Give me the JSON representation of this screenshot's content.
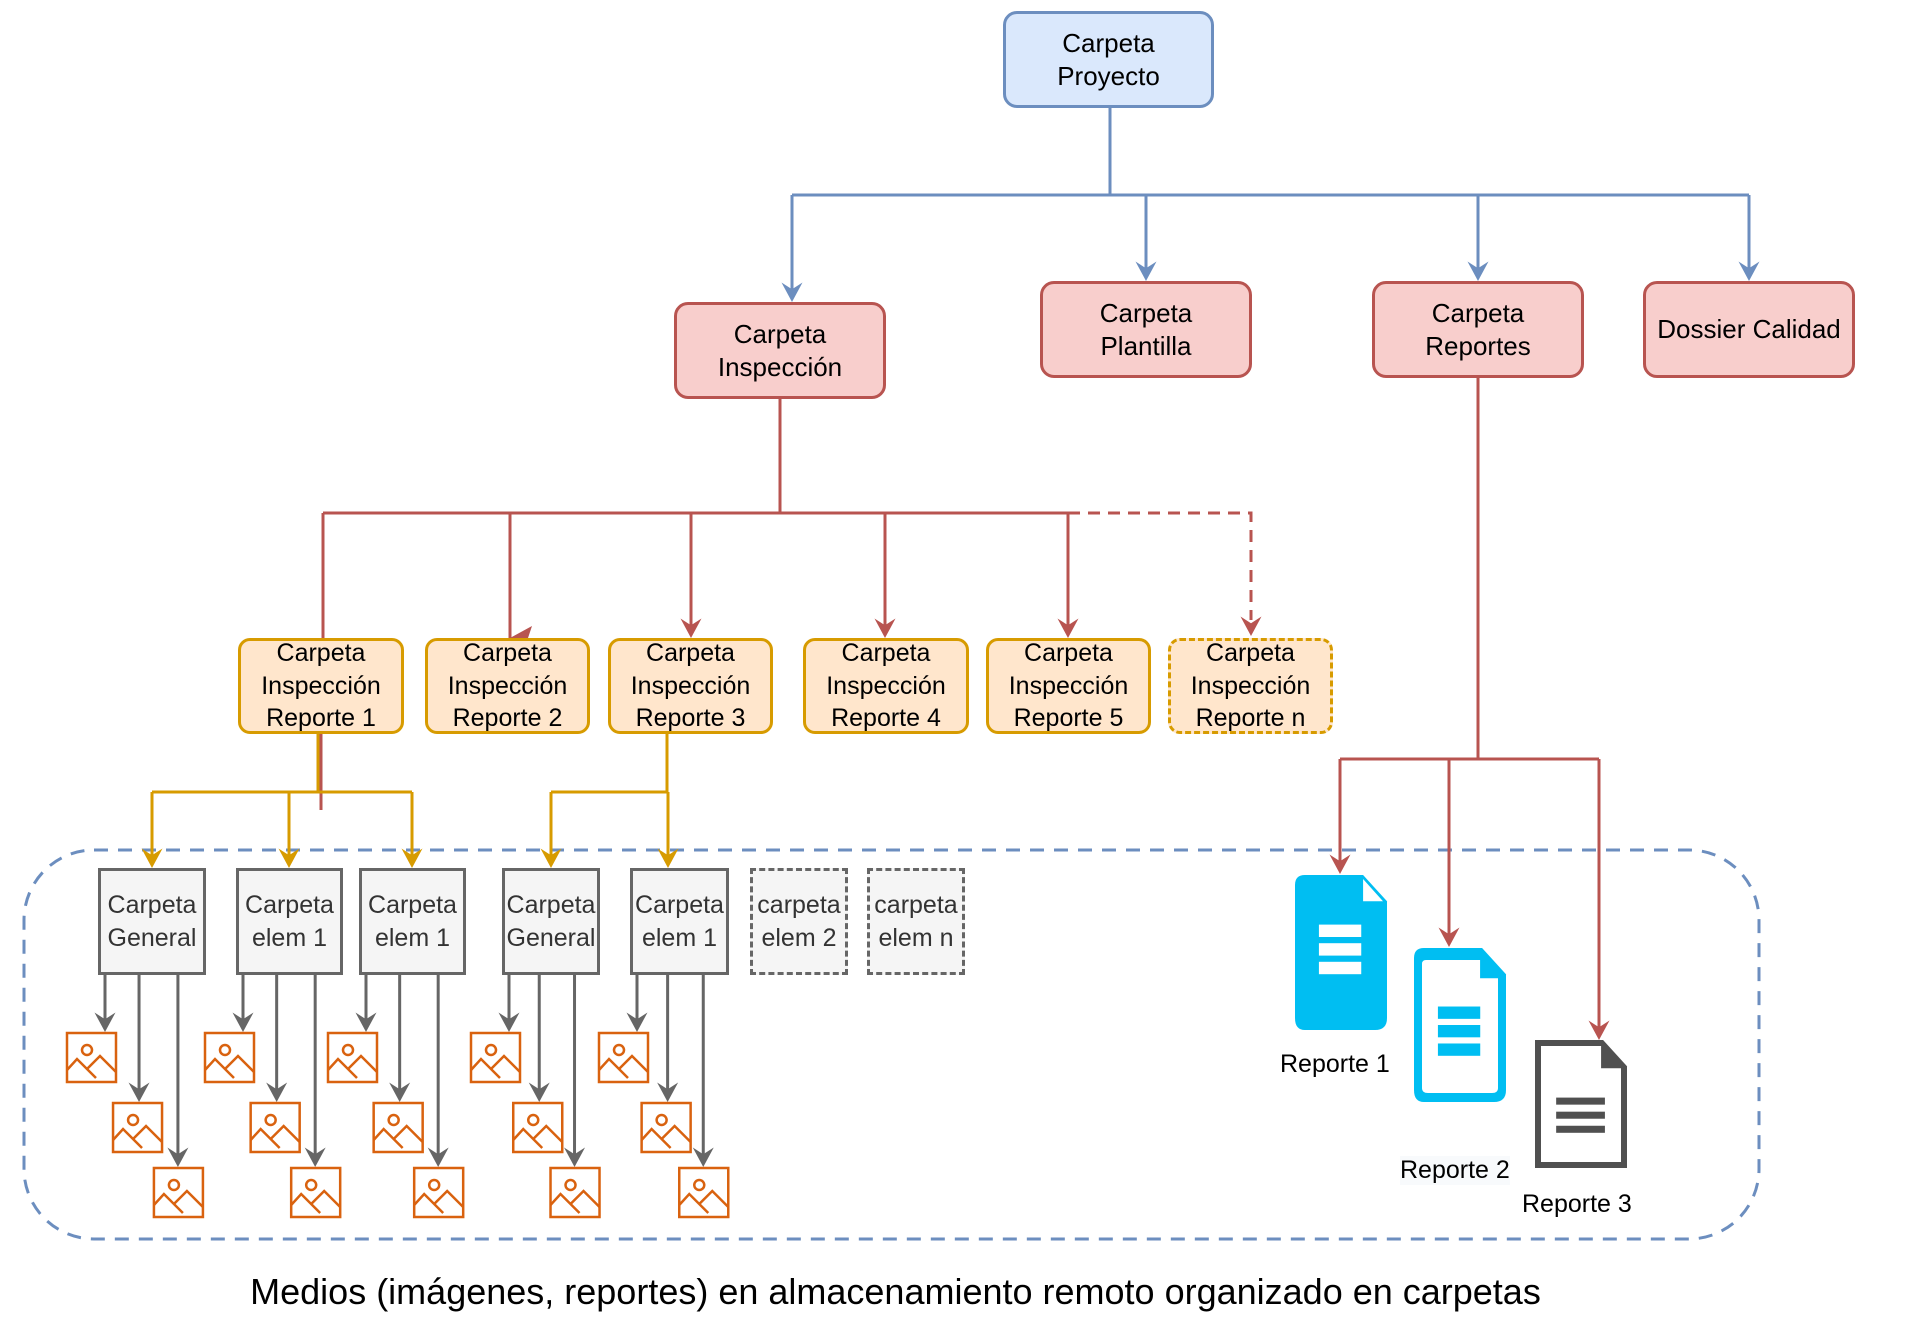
{
  "diagram": {
    "root": {
      "lines": [
        "Carpeta",
        "Proyecto"
      ]
    },
    "level1": [
      {
        "id": "inspeccion",
        "lines": [
          "Carpeta",
          "Inspección"
        ]
      },
      {
        "id": "plantilla",
        "lines": [
          "Carpeta",
          "Plantilla"
        ]
      },
      {
        "id": "reportes",
        "lines": [
          "Carpeta",
          "Reportes"
        ]
      },
      {
        "id": "dossier",
        "lines": [
          "Dossier Calidad"
        ]
      }
    ],
    "inspection_reports": [
      {
        "lines": [
          "Carpeta",
          "Inspección",
          "Reporte 1"
        ],
        "dashed": false
      },
      {
        "lines": [
          "Carpeta",
          "Inspección",
          "Reporte 2"
        ],
        "dashed": false
      },
      {
        "lines": [
          "Carpeta",
          "Inspección",
          "Reporte 3"
        ],
        "dashed": false
      },
      {
        "lines": [
          "Carpeta",
          "Inspección",
          "Reporte 4"
        ],
        "dashed": false
      },
      {
        "lines": [
          "Carpeta",
          "Inspección",
          "Reporte 5"
        ],
        "dashed": false
      },
      {
        "lines": [
          "Carpeta",
          "Inspección",
          "Reporte n"
        ],
        "dashed": true
      }
    ],
    "element_folders": [
      {
        "lines": [
          "Carpeta",
          "General"
        ],
        "parent": "Reporte 1",
        "dashed": false,
        "images": 3
      },
      {
        "lines": [
          "Carpeta",
          "elem 1"
        ],
        "parent": "Reporte 1",
        "dashed": false,
        "images": 3
      },
      {
        "lines": [
          "Carpeta",
          "elem 1"
        ],
        "parent": "Reporte 1",
        "dashed": false,
        "images": 3
      },
      {
        "lines": [
          "Carpeta",
          "General"
        ],
        "parent": "Reporte 3",
        "dashed": false,
        "images": 3
      },
      {
        "lines": [
          "Carpeta",
          "elem 1"
        ],
        "parent": "Reporte 3",
        "dashed": false,
        "images": 3
      },
      {
        "lines": [
          "carpeta",
          "elem 2"
        ],
        "parent": null,
        "dashed": true,
        "images": 0
      },
      {
        "lines": [
          "carpeta",
          "elem n"
        ],
        "parent": null,
        "dashed": true,
        "images": 0
      }
    ],
    "report_documents": [
      {
        "label": "Reporte 1",
        "style": "filled",
        "icon": "document-icon"
      },
      {
        "label": "Reporte 2",
        "style": "outline",
        "icon": "document-icon"
      },
      {
        "label": "Reporte 3",
        "style": "dark",
        "icon": "document-icon"
      }
    ],
    "image_icon": "image-icon",
    "caption": "Medios (imágenes, reportes) en almacenamiento remoto organizado en carpetas",
    "colors": {
      "root_fill": "#dae8fc",
      "root_stroke": "#6c8ebf",
      "red_fill": "#f8cecc",
      "red_stroke": "#b85450",
      "orange_fill": "#ffe6cc",
      "orange_stroke": "#d79b00",
      "gray_fill": "#f5f5f5",
      "gray_stroke": "#666666",
      "image_stroke": "#d9620f",
      "doc_blue": "#00bef2",
      "doc_dark": "#505050",
      "container_stroke": "#6c8ebf"
    }
  }
}
